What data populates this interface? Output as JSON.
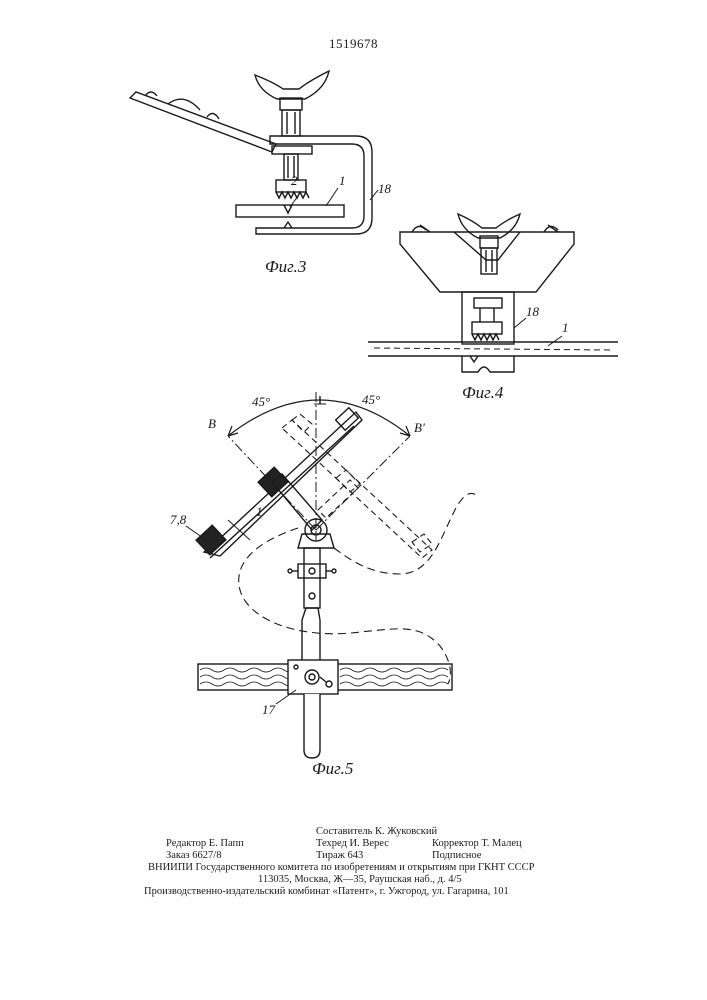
{
  "patent_number": "1519678",
  "figures": {
    "fig3": {
      "caption": "Фиг.3",
      "labels": {
        "a": "2",
        "b": "1",
        "c": "18"
      }
    },
    "fig4": {
      "caption": "Фиг.4",
      "labels": {
        "a": "18",
        "b": "1"
      }
    },
    "fig5": {
      "caption": "Фиг.5",
      "labels": {
        "angle_left": "45°",
        "angle_right": "45°",
        "b_left": "В",
        "b_right": "В'",
        "arm": "1",
        "clamps": "7,8",
        "carriage": "17"
      }
    }
  },
  "colophon": {
    "compiler": "Составитель К. Жуковский",
    "editor": "Редактор Е. Папп",
    "techred": "Техред И. Верес",
    "corrector": "Корректор Т. Малец",
    "order": "Заказ 6627/8",
    "circulation": "Тираж 643",
    "subscription": "Подписное",
    "institute": "ВНИИПИ Государственного комитета по изобретениям и открытиям при ГКНТ СССР",
    "address": "113035, Москва, Ж—35, Раушская наб., д. 4/5",
    "publisher": "Производственно-издательский комбинат «Патент», г. Ужгород, ул. Гагарина, 101"
  }
}
